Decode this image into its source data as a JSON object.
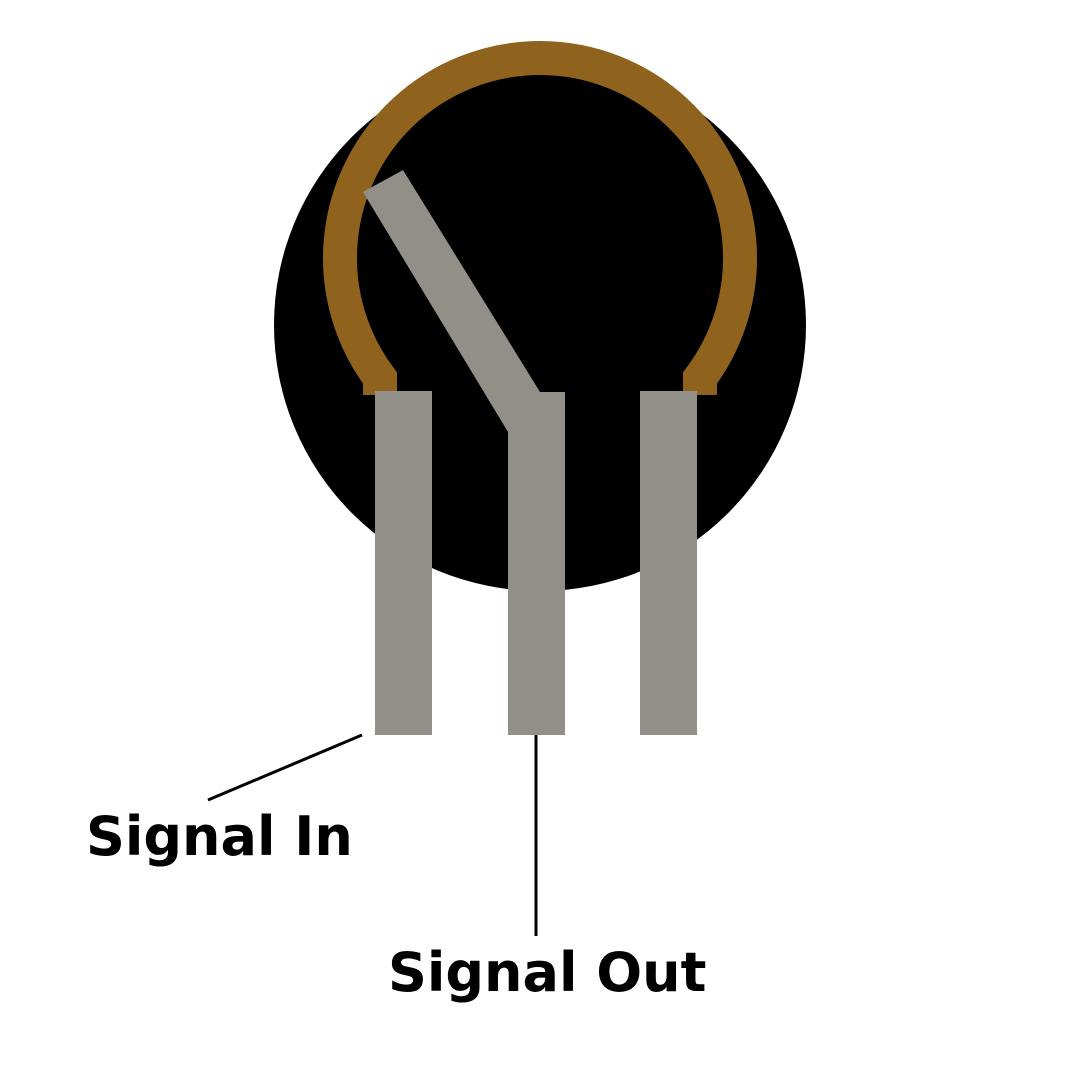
{
  "diagram": {
    "type": "potentiometer",
    "colors": {
      "background": "#ffffff",
      "body": "#000000",
      "resistive_track": "#8f631d",
      "pins": "#918f87",
      "leader_lines": "#000000"
    },
    "labels": {
      "signal_in": "Signal In",
      "signal_out": "Signal Out"
    },
    "pins": [
      {
        "name": "left-pin",
        "role": "Signal In"
      },
      {
        "name": "middle-pin",
        "role": "Signal Out (wiper)"
      },
      {
        "name": "right-pin",
        "role": ""
      }
    ]
  }
}
